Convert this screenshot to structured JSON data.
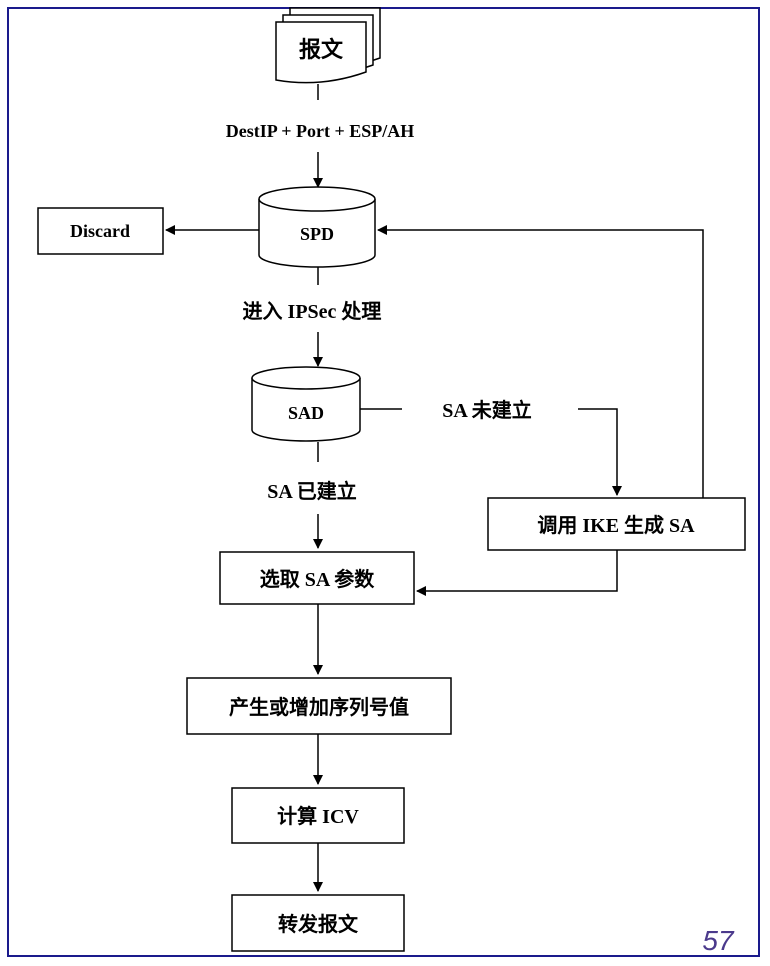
{
  "colors": {
    "frame": "#1a1a8c",
    "line": "#000000",
    "page_number": "#4b3a8c"
  },
  "nodes": {
    "packet": "报文",
    "spd": "SPD",
    "discard": "Discard",
    "sad": "SAD",
    "ike": "调用 IKE 生成 SA",
    "select_params": "选取 SA 参数",
    "sequence": "产生或增加序列号值",
    "compute_icv": "计算 ICV",
    "forward": "转发报文"
  },
  "edges": {
    "selector": "DestIP + Port + ESP/AH",
    "enter_ipsec": "进入 IPSec 处理",
    "sa_not_established": "SA 未建立",
    "sa_established": "SA 已建立"
  },
  "page_number": "57"
}
